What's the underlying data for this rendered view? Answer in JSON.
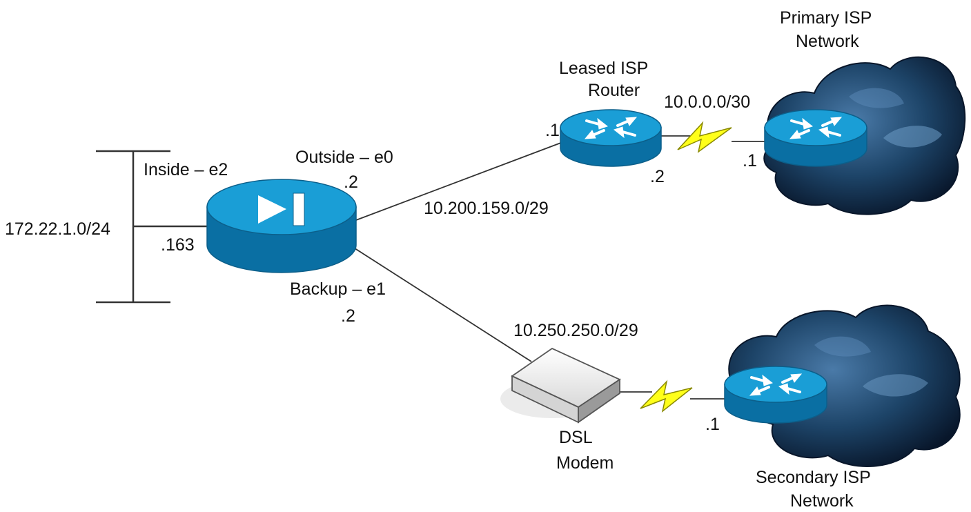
{
  "colors": {
    "device_top": "#1a9ed6",
    "device_side": "#0a6fa3",
    "device_edge": "#0c5f8a",
    "cloud_dark": "#0d1f33",
    "cloud_mid": "#2a5a86",
    "cloud_light": "#5f8fbc",
    "serial_link": "#ffff1a",
    "line": "#333333",
    "modem_top": "#fafafa",
    "modem_side": "#cfcfcf"
  },
  "nodes": {
    "lan_segment": {
      "network": "172.22.1.0/24",
      "icon": "ethernet-segment-icon"
    },
    "firewall": {
      "icon": "firewall-appliance-icon",
      "inside_label": "Inside – e2",
      "inside_ip": ".163",
      "outside_label": "Outside – e0",
      "outside_ip": ".2",
      "backup_label": "Backup – e1",
      "backup_ip": ".2"
    },
    "leased_router": {
      "icon": "router-icon",
      "name_line1": "Leased ISP",
      "name_line2": "Router",
      "lan_ip": ".1",
      "wan_ip": ".2"
    },
    "primary_isp": {
      "icon": "cloud-icon",
      "name_line1": "Primary ISP",
      "name_line2": "Network",
      "router_ip": ".1"
    },
    "dsl_modem": {
      "icon": "modem-icon",
      "name_line1": "DSL",
      "name_line2": "Modem"
    },
    "secondary_isp": {
      "icon": "cloud-icon",
      "name_line1": "Secondary ISP",
      "name_line2": "Network",
      "router_ip": ".1"
    }
  },
  "links": {
    "outside_net": "10.200.159.0/29",
    "serial_net": "10.0.0.0/30",
    "backup_net": "10.250.250.0/29"
  }
}
